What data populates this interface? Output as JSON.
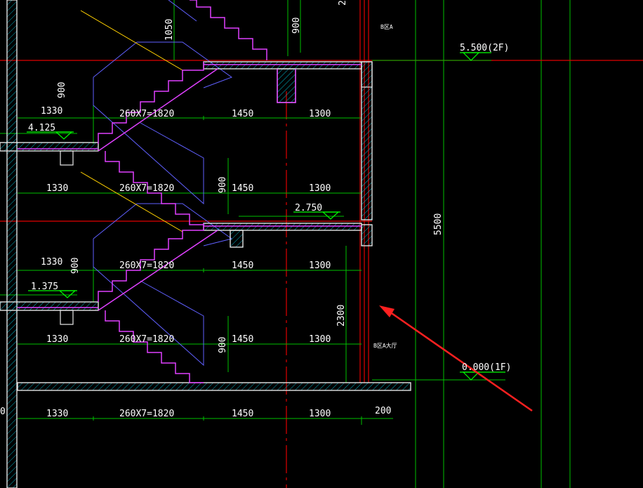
{
  "colors": {
    "background": "#000000",
    "grid_green": "#00c000",
    "axis_red": "#e00000",
    "wall_white": "#e8e8e8",
    "stair_magenta": "#e040ff",
    "guide_blue": "#6060ff",
    "hatch_cyan": "#00b4c8",
    "level_green": "#00ff00",
    "arrow_red": "#ff2020",
    "text": "#ffffff"
  },
  "elevations": {
    "e5500": "5.500(2F)",
    "e4125": "4.125",
    "e2750": "2.750",
    "e1375": "1.375",
    "e0000": "0.000(1F)"
  },
  "dims": {
    "h1330": "1330",
    "stairs": "260X7=1820",
    "h1450": "1450",
    "h1300": "1300",
    "h200": "200",
    "v900": "900",
    "v1050": "1050",
    "v2300": "2300",
    "v5500": "5500",
    "v2": "2",
    "edge0": "0"
  },
  "notes": {
    "top": "B区A",
    "bottom": "B区A大厅"
  },
  "icons": {
    "arrow": "red-pointer-arrow-icon",
    "level": "level-marker-icon"
  }
}
